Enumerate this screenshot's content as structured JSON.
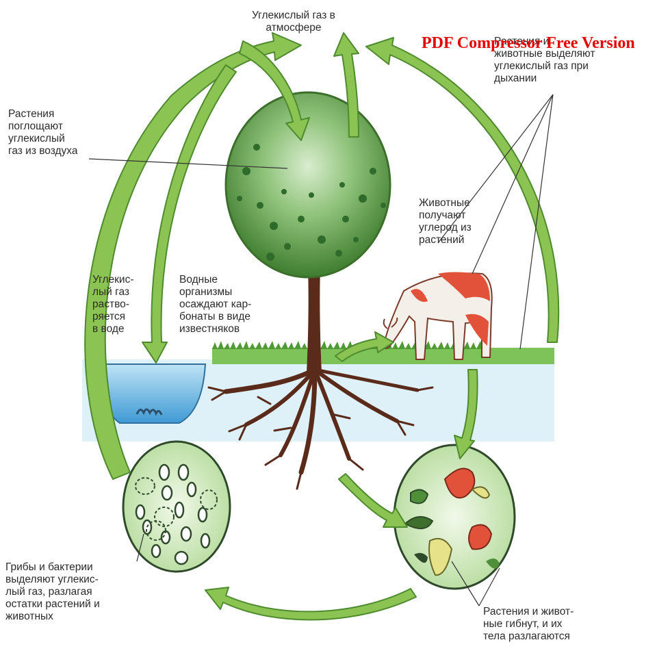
{
  "labels": {
    "atmosphere": "Углекислый газ в\nатмосфере",
    "plants_absorb": "Растения\nпоглощают\nуглекислый\nгаз из воздуха",
    "respiration": "Растения и\nживотные выделяют\nуглекислый газ при\nдыхании",
    "animals_get_carbon": "Животные\nполучают\nуглерод из\nрастений",
    "dissolves_in_water": "Углекис-\nлый газ\nраство-\nряется\nв воде",
    "aquatic_organisms": "Водные\nорганизмы\nосаждают кар-\nбонаты в виде\nизвестняков",
    "decomposers": "Грибы и бактерии\nвыделяют углекис-\nлый газ, разлагая\nостатки растений и\nживотных",
    "death_decay": "Растения и живот-\nные гибнут, и их\nтела разлагаются"
  },
  "watermark": "PDF Compressor Free Version",
  "colors": {
    "arrow_fill": "#8cc453",
    "arrow_stroke": "#4e8a2e",
    "water": "#7fc0e6",
    "soil": "#c9e8f4",
    "grass": "#5fae3f",
    "trunk": "#5a2a1a",
    "canopy": "#4f8f3a",
    "cow_red": "#e2513a",
    "watermark": "#e60000"
  }
}
